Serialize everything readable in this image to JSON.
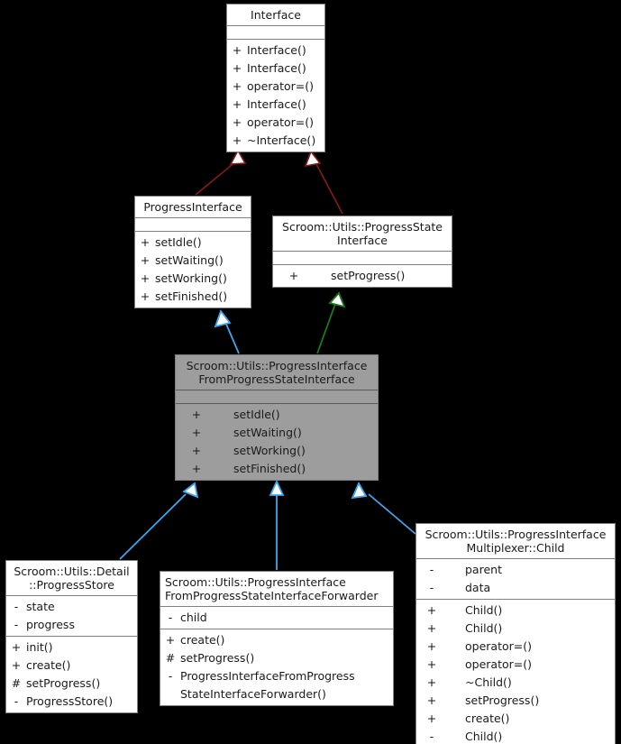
{
  "diagram": {
    "type": "uml-class-inheritance",
    "title": "Scroom::Utils::ProgressInterfaceFromProgressStateInterface inheritance graph",
    "background_color": "#000000",
    "highlight_color": "#9d9d9d",
    "node_fill": "#ffffff",
    "edge_colors": {
      "public_inheritance_red": "#8b1a1a",
      "public_inheritance_blue": "#3ba7f0",
      "public_inheritance_green": "#1a7a1a"
    }
  },
  "nodes": {
    "interface": {
      "name": "Interface",
      "title": "Interface",
      "attributes": [],
      "methods": [
        {
          "vis": "+",
          "name": "Interface()"
        },
        {
          "vis": "+",
          "name": "Interface()"
        },
        {
          "vis": "+",
          "name": "operator=()"
        },
        {
          "vis": "+",
          "name": "Interface()"
        },
        {
          "vis": "+",
          "name": "operator=()"
        },
        {
          "vis": "+",
          "name": "~Interface()"
        }
      ]
    },
    "progress_interface": {
      "name": "ProgressInterface",
      "title": "ProgressInterface",
      "attributes": [],
      "methods": [
        {
          "vis": "+",
          "name": "setIdle()"
        },
        {
          "vis": "+",
          "name": "setWaiting()"
        },
        {
          "vis": "+",
          "name": "setWorking()"
        },
        {
          "vis": "+",
          "name": "setFinished()"
        }
      ]
    },
    "progress_state_interface": {
      "name": "Scroom::Utils::ProgressStateInterface",
      "title": "Scroom::Utils::ProgressState\nInterface",
      "attributes": [],
      "methods": [
        {
          "vis": "+",
          "name": "setProgress()"
        }
      ]
    },
    "progress_interface_from_progress_state_interface": {
      "name": "Scroom::Utils::ProgressInterfaceFromProgressStateInterface",
      "title": "Scroom::Utils::ProgressInterface\nFromProgressStateInterface",
      "highlighted": true,
      "attributes": [],
      "methods": [
        {
          "vis": "+",
          "name": "setIdle()"
        },
        {
          "vis": "+",
          "name": "setWaiting()"
        },
        {
          "vis": "+",
          "name": "setWorking()"
        },
        {
          "vis": "+",
          "name": "setFinished()"
        }
      ]
    },
    "progress_store": {
      "name": "Scroom::Utils::Detail::ProgressStore",
      "title": "Scroom::Utils::Detail\n::ProgressStore",
      "attributes": [
        {
          "vis": "-",
          "name": "state"
        },
        {
          "vis": "-",
          "name": "progress"
        }
      ],
      "methods": [
        {
          "vis": "+",
          "name": "init()"
        },
        {
          "vis": "+",
          "name": "create()"
        },
        {
          "vis": "#",
          "name": "setProgress()"
        },
        {
          "vis": "-",
          "name": "ProgressStore()"
        }
      ]
    },
    "forwarder": {
      "name": "Scroom::Utils::ProgressInterfaceFromProgressStateInterfaceForwarder",
      "title": "Scroom::Utils::ProgressInterface\nFromProgressStateInterfaceForwarder",
      "attributes": [
        {
          "vis": "-",
          "name": "child"
        }
      ],
      "methods": [
        {
          "vis": "+",
          "name": "create()"
        },
        {
          "vis": "#",
          "name": "setProgress()"
        },
        {
          "vis": "-",
          "name": "ProgressInterfaceFromProgress\nStateInterfaceForwarder()"
        }
      ]
    },
    "multiplexer_child": {
      "name": "Scroom::Utils::ProgressInterfaceMultiplexer::Child",
      "title": "Scroom::Utils::ProgressInterface\nMultiplexer::Child",
      "attributes": [
        {
          "vis": "-",
          "name": "parent"
        },
        {
          "vis": "-",
          "name": "data"
        }
      ],
      "methods": [
        {
          "vis": "+",
          "name": "Child()"
        },
        {
          "vis": "+",
          "name": "Child()"
        },
        {
          "vis": "+",
          "name": "operator=()"
        },
        {
          "vis": "+",
          "name": "operator=()"
        },
        {
          "vis": "+",
          "name": "~Child()"
        },
        {
          "vis": "+",
          "name": "setProgress()"
        },
        {
          "vis": "+",
          "name": "create()"
        },
        {
          "vis": "-",
          "name": "Child()"
        }
      ]
    }
  },
  "edges": [
    {
      "from": "progress_interface",
      "to": "interface",
      "color": "#8b1a1a",
      "kind": "inheritance"
    },
    {
      "from": "progress_state_interface",
      "to": "interface",
      "color": "#8b1a1a",
      "kind": "inheritance"
    },
    {
      "from": "progress_interface_from_progress_state_interface",
      "to": "progress_interface",
      "color": "#3ba7f0",
      "kind": "inheritance"
    },
    {
      "from": "progress_interface_from_progress_state_interface",
      "to": "progress_state_interface",
      "color": "#1a7a1a",
      "kind": "inheritance"
    },
    {
      "from": "progress_store",
      "to": "progress_interface_from_progress_state_interface",
      "color": "#3ba7f0",
      "kind": "inheritance"
    },
    {
      "from": "forwarder",
      "to": "progress_interface_from_progress_state_interface",
      "color": "#3ba7f0",
      "kind": "inheritance"
    },
    {
      "from": "multiplexer_child",
      "to": "progress_interface_from_progress_state_interface",
      "color": "#3ba7f0",
      "kind": "inheritance"
    }
  ]
}
